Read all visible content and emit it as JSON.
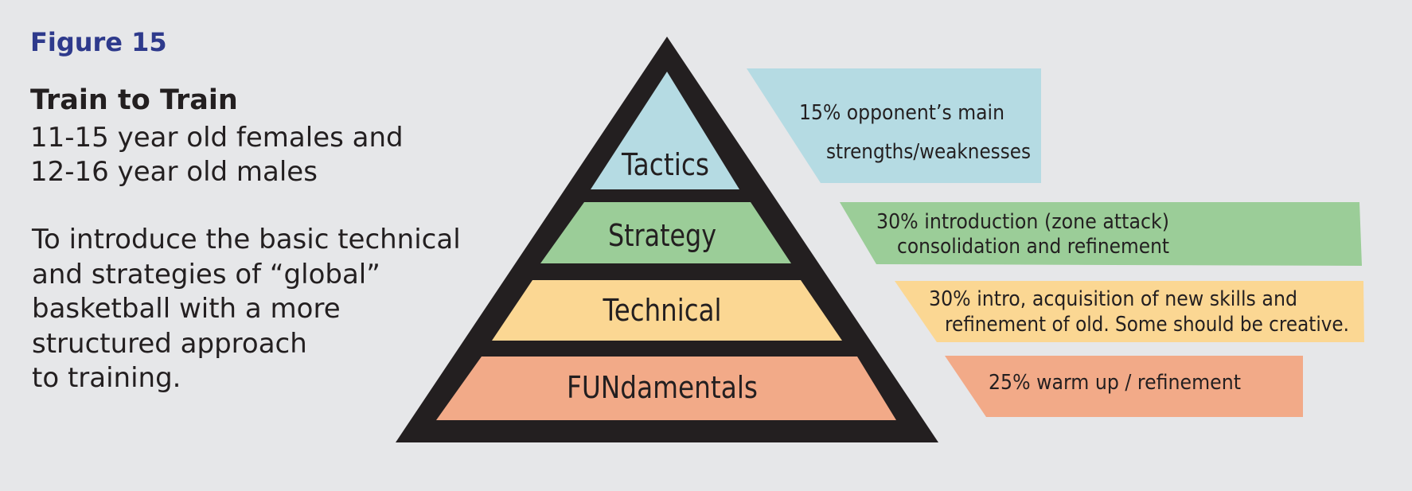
{
  "figure_label": "Figure 15",
  "title": "Train to Train",
  "subtitle_lines": [
    "11-15 year old females and",
    "12-16 year old males"
  ],
  "description_lines": [
    "To introduce the basic technical",
    "and strategies of “global”",
    "basketball with a more",
    "structured approach",
    "to training."
  ],
  "pyramid": {
    "outline_color": "#231f20",
    "tiers": [
      {
        "label": "Tactics",
        "color": "#b5dbe3",
        "note_lines": [
          "15% opponent’s main",
          "strengths/weaknesses"
        ],
        "note_color": "#b5dbe3"
      },
      {
        "label": "Strategy",
        "color": "#9bcd98",
        "note_lines": [
          "30% introduction (zone attack)",
          "consolidation and refinement"
        ],
        "note_color": "#9bcd98"
      },
      {
        "label": "Technical",
        "color": "#fbd793",
        "note_lines": [
          "30% intro, acquisition of new skills and",
          "refinement of old. Some should be creative."
        ],
        "note_color": "#fbd793"
      },
      {
        "label": "FUNdamentals",
        "color": "#f2aa88",
        "note_lines": [
          "25% warm up / refinement"
        ],
        "note_color": "#f2aa88"
      }
    ]
  }
}
